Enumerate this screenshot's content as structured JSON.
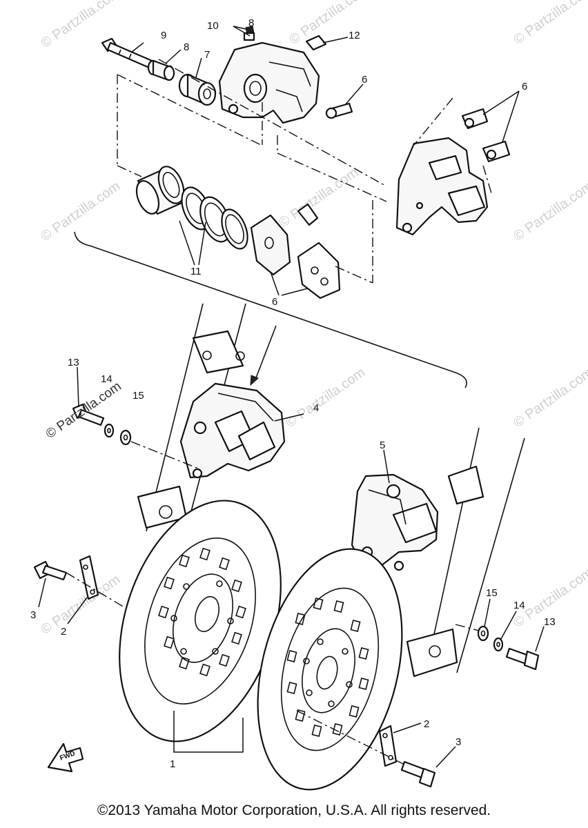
{
  "callouts": [
    {
      "id": "c10",
      "label": "10"
    },
    {
      "id": "c8a",
      "label": "8"
    },
    {
      "id": "c9",
      "label": "9"
    },
    {
      "id": "c8b",
      "label": "8"
    },
    {
      "id": "c7",
      "label": "7"
    },
    {
      "id": "c12",
      "label": "12"
    },
    {
      "id": "c6a",
      "label": "6"
    },
    {
      "id": "c6b",
      "label": "6"
    },
    {
      "id": "c11",
      "label": "11"
    },
    {
      "id": "c6c",
      "label": "6"
    },
    {
      "id": "c13a",
      "label": "13"
    },
    {
      "id": "c14a",
      "label": "14"
    },
    {
      "id": "c15a",
      "label": "15"
    },
    {
      "id": "c4",
      "label": "4"
    },
    {
      "id": "c5",
      "label": "5"
    },
    {
      "id": "c3a",
      "label": "3"
    },
    {
      "id": "c2a",
      "label": "2"
    },
    {
      "id": "c15b",
      "label": "15"
    },
    {
      "id": "c14b",
      "label": "14"
    },
    {
      "id": "c13b",
      "label": "13"
    },
    {
      "id": "c2b",
      "label": "2"
    },
    {
      "id": "c3b",
      "label": "3"
    },
    {
      "id": "c1",
      "label": "1"
    }
  ],
  "watermark": "© Partzilla.com",
  "fwd_label": "FWD",
  "copyright": "©2013 Yamaha Motor Corporation, U.S.A. All rights reserved."
}
